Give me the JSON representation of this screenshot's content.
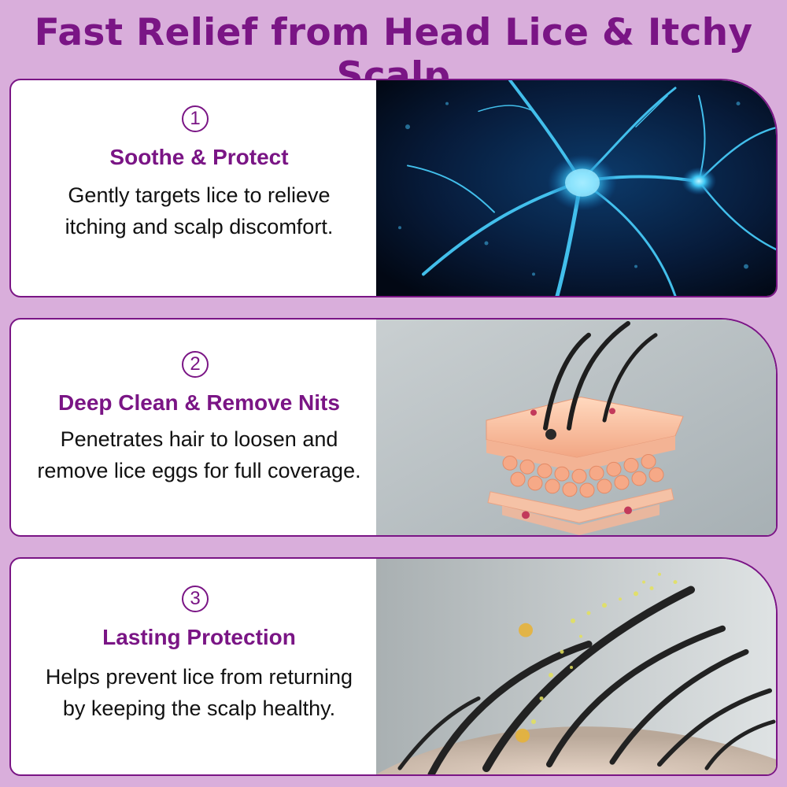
{
  "title": "Fast Relief from Head Lice & Itchy Scalp",
  "cards": [
    {
      "number": "1",
      "heading": "Soothe & Protect",
      "desc_line1": "Gently targets lice to relieve",
      "desc_line2": "itching and scalp discomfort.",
      "image": "neuron-network-illustration"
    },
    {
      "number": "2",
      "heading": "Deep Clean & Remove Nits",
      "desc_line1": "Penetrates hair to loosen and",
      "desc_line2": "remove lice eggs for full coverage.",
      "image": "skin-layers-hair-follicle-illustration"
    },
    {
      "number": "3",
      "heading": "Lasting Protection",
      "desc_line1": "Helps prevent lice from returning",
      "desc_line2": "by keeping the scalp healthy.",
      "image": "hair-strands-golden-particles-illustration"
    }
  ],
  "colors": {
    "background": "#d9aedb",
    "accent": "#7a1585",
    "card": "#ffffff"
  }
}
